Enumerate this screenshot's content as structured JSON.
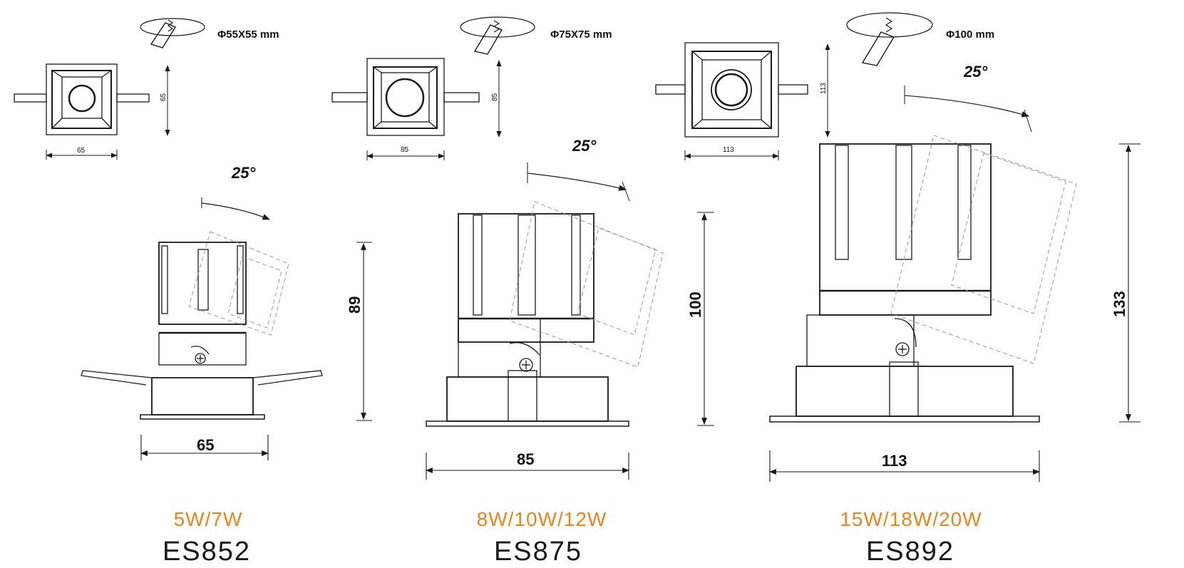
{
  "colors": {
    "line": "#1a1a1a",
    "watt": "#e8841a",
    "dashed": "#9a9a9a"
  },
  "products": [
    {
      "cutout": "Φ55X55 mm",
      "top_width": "65",
      "top_height": "65",
      "angle": "25°",
      "side_height": "89",
      "side_width": "65",
      "wattage": "5W/7W",
      "model": "ES852"
    },
    {
      "cutout": "Φ75X75 mm",
      "top_width": "85",
      "top_height": "85",
      "angle": "25°",
      "side_height": "100",
      "side_width": "85",
      "wattage": "8W/10W/12W",
      "model": "ES875"
    },
    {
      "cutout": "Φ100 mm",
      "top_width": "113",
      "top_height": "113",
      "angle": "25°",
      "side_height": "133",
      "side_width": "113",
      "wattage": "15W/18W/20W",
      "model": "ES892"
    }
  ]
}
